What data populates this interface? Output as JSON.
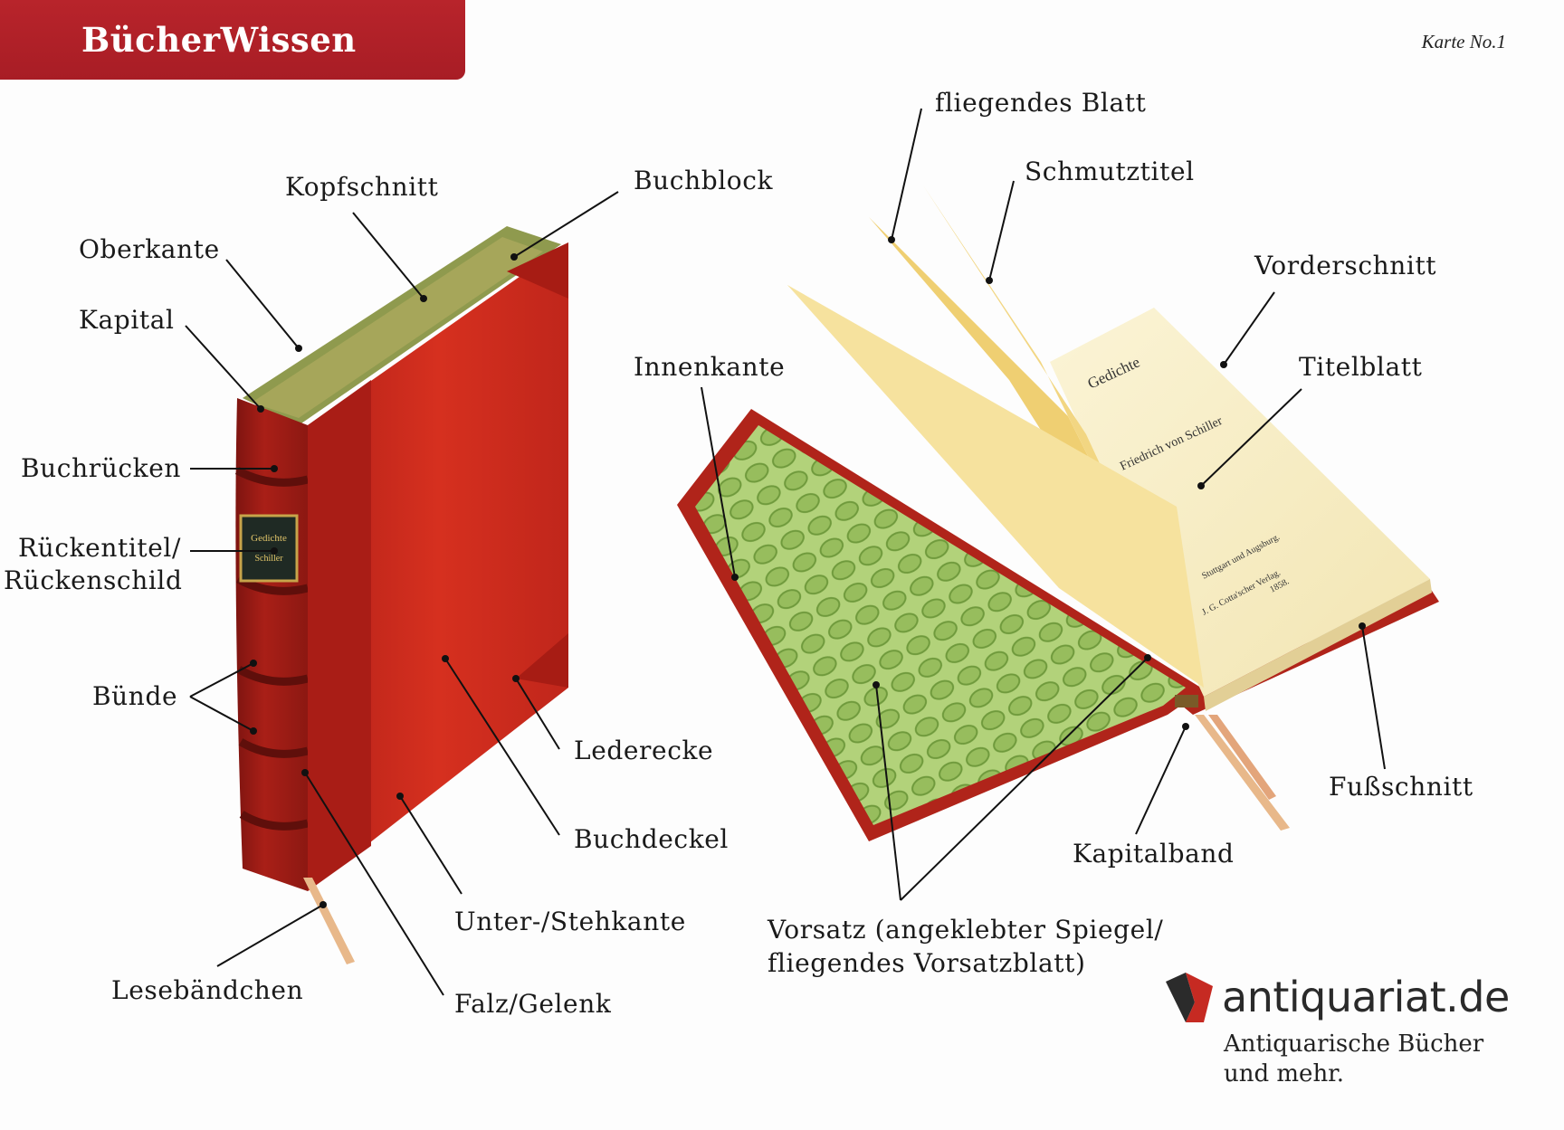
{
  "header": {
    "title": "BücherWissen",
    "card_no": "Karte No.1"
  },
  "labels": {
    "kopfschnitt": "Kopfschnitt",
    "buchblock": "Buchblock",
    "oberkante": "Oberkante",
    "kapital": "Kapital",
    "buchruecken": "Buchrücken",
    "rueckentitel_1": "Rückentitel/",
    "rueckentitel_2": "Rückenschild",
    "buende": "Bünde",
    "lederecke": "Lederecke",
    "buchdeckel": "Buchdeckel",
    "unterkante": "Unter-/Stehkante",
    "lesebaendchen": "Lesebändchen",
    "falz": "Falz/Gelenk",
    "fliegendes_blatt": "fliegendes Blatt",
    "schmutztitel": "Schmutztitel",
    "vorderschnitt": "Vorderschnitt",
    "innenkante": "Innenkante",
    "titelblatt": "Titelblatt",
    "fussschnitt": "Fußschnitt",
    "kapitalband": "Kapitalband",
    "vorsatz_1": "Vorsatz (angeklebter Spiegel/",
    "vorsatz_2": "fliegendes Vorsatzblatt)"
  },
  "book_spine_text": {
    "line1": "Gedichte",
    "line2": "Schiller"
  },
  "title_page_text": {
    "line1": "Gedichte",
    "line2": "Friedrich von Schiller",
    "line3": "Stuttgart und Augsburg.",
    "line4": "J. G. Cotta'scher Verlag.",
    "line5": "1858."
  },
  "brand": {
    "name": "antiquariat.de",
    "tagline": "Antiquarische Bücher und mehr."
  },
  "colors": {
    "header_red": "#b8242b",
    "leather_red": "#c9281f",
    "endpaper_green": "#a7c96a",
    "paper_yellow": "#f1d98a"
  }
}
